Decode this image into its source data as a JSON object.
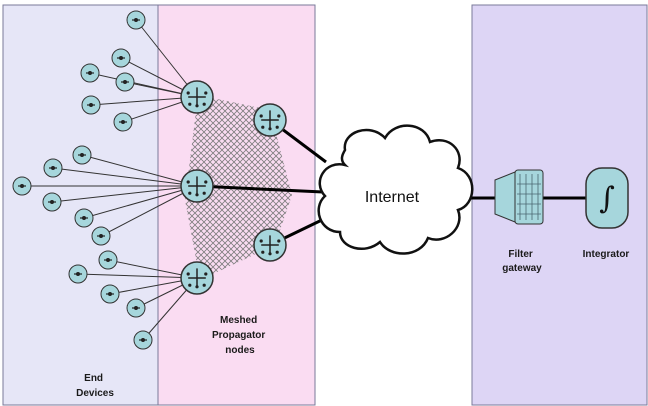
{
  "labels": {
    "end_devices": [
      "End",
      "Devices"
    ],
    "meshed": [
      "Meshed",
      "Propagator",
      "nodes"
    ],
    "internet": "Internet",
    "filter": [
      "Filter",
      "gateway"
    ],
    "integrator": "Integrator",
    "integral_symbol": "∫"
  },
  "colors": {
    "end_zone": "#e6e6f7",
    "meshed_zone": "#fadcf2",
    "right_zone": "#ddd5f5",
    "node_fill": "#a6d6dc",
    "mesh": "#888888"
  },
  "icons": [
    "end-device-icon",
    "propagator-node-icon",
    "internet-cloud-icon",
    "filter-gateway-icon",
    "integrator-icon"
  ]
}
